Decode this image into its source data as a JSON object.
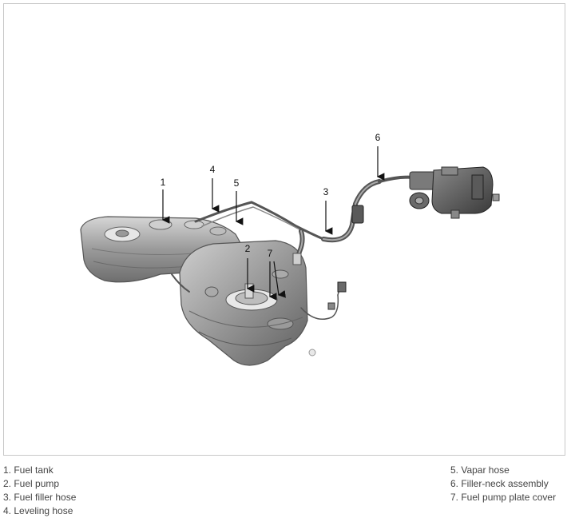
{
  "callouts": [
    {
      "num": "1"
    },
    {
      "num": "2"
    },
    {
      "num": "3"
    },
    {
      "num": "4"
    },
    {
      "num": "5"
    },
    {
      "num": "6"
    },
    {
      "num": "7"
    }
  ],
  "legend": {
    "left": [
      "1. Fuel tank",
      "2. Fuel pump",
      "3. Fuel filler hose",
      "4. Leveling hose"
    ],
    "right": [
      "5. Vapar hose",
      "6. Filler-neck assembly",
      "7. Fuel pump plate cover"
    ]
  }
}
